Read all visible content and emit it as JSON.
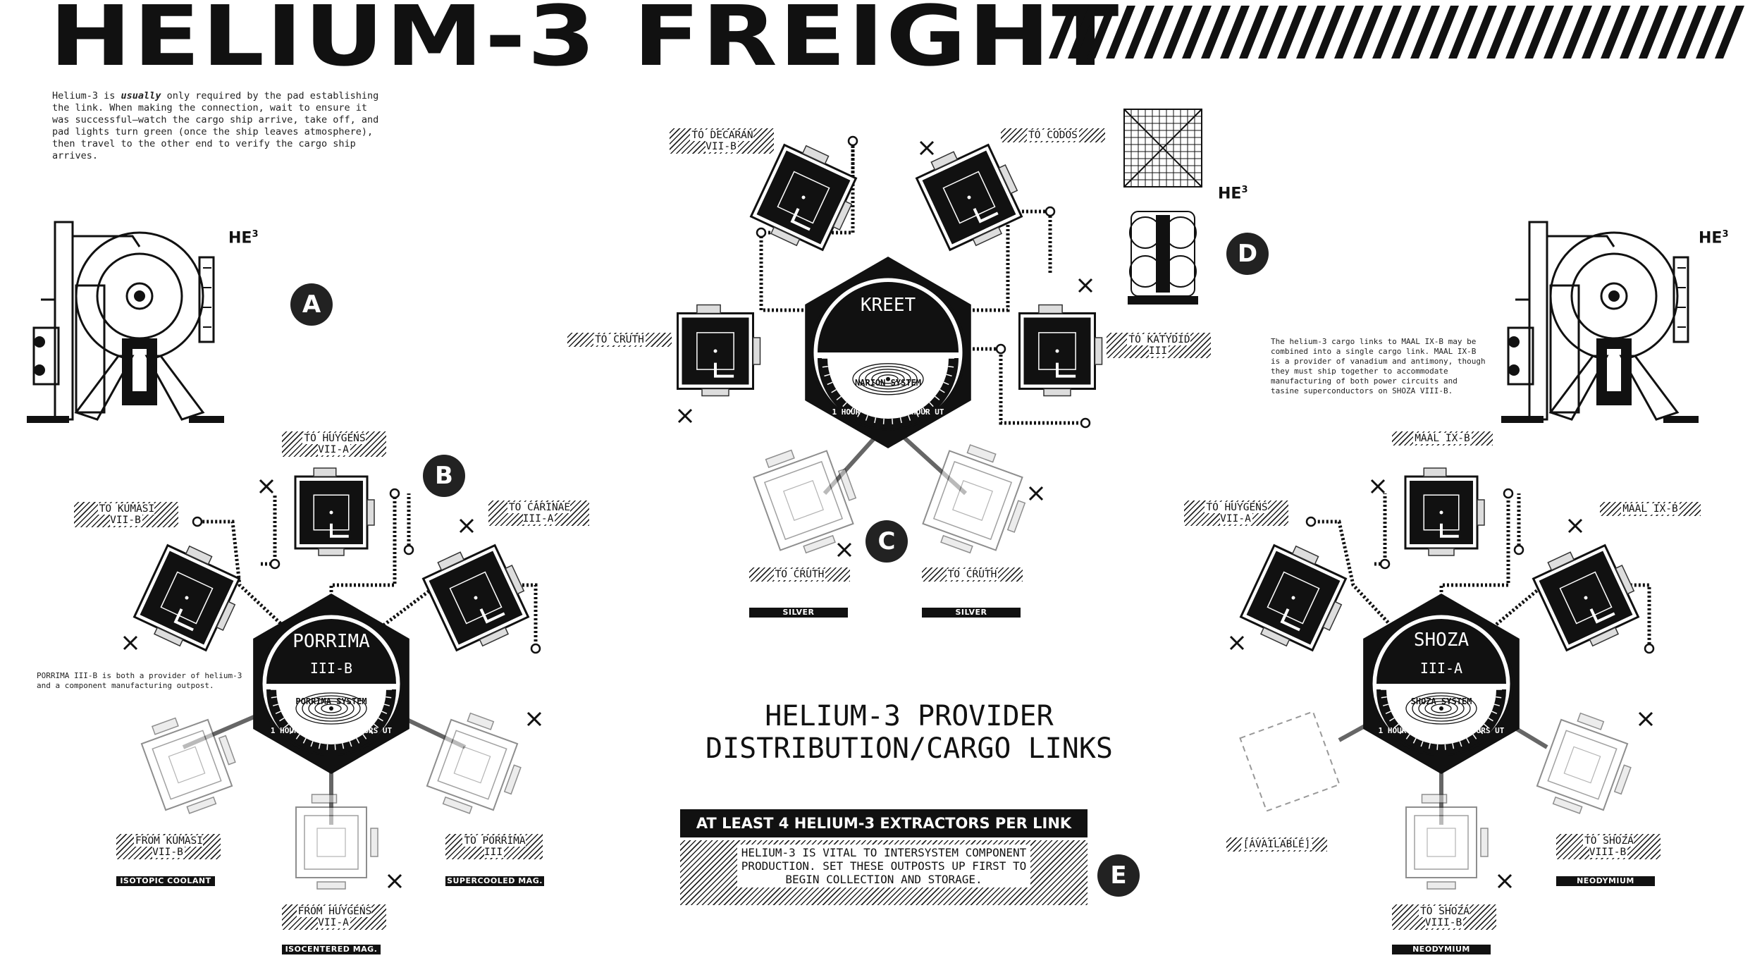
{
  "title": "HELIUM-3 FREIGHT",
  "intro_note": "Helium-3 is usually only required by the pad establishing the link. When making the connection, wait to ensure it was successful—watch the cargo ship arrive, take off, and pad lights turn green (once the ship leaves atmosphere), then travel to the other end to verify the cargo ship arrives.",
  "intro_emphasis": "usually",
  "he3_label": "HE",
  "he3_super": "3",
  "markers": {
    "a": "A",
    "b": "B",
    "c": "C",
    "d": "D",
    "e": "E"
  },
  "porrima": {
    "name": "PORRIMA",
    "sub": "III-B",
    "system": "PORRIMA SYSTEM",
    "time": "1 HOUR LOCAL = 56 HOURS UT",
    "note": "PORRIMA III-B is both a provider of helium-3 and a component manufacturing outpost.",
    "labels": {
      "huygens": "TO HUYGENS\nVII-A",
      "kumasi": "TO KUMASI\nVII-B",
      "carinae": "TO CARINAE\nIII-A",
      "from_kumasi": "FROM KUMASI\nVII-B",
      "from_huygens": "FROM HUYGENS\nVII-A",
      "to_porrima": "TO PORRIMA\nIII"
    },
    "bars": {
      "coolant": "ISOTOPIC COOLANT",
      "isocentered": "ISOCENTERED MAG.",
      "supercooled": "SUPERCOOLED MAG."
    }
  },
  "kreet": {
    "name": "KREET",
    "system": "NARION SYSTEM",
    "time": "1 HOUR LOCAL = 1 HOUR UT",
    "labels": {
      "decaran": "TO DECARAN\nVII-B",
      "codos": "TO CODOS",
      "cruth_left": "TO CRUTH",
      "katydid": "TO KATYDID\nIII",
      "cruth_a": "TO CRUTH",
      "cruth_b": "TO CRUTH"
    },
    "bars": {
      "silver_a": "SILVER",
      "silver_b": "SILVER"
    }
  },
  "shoza": {
    "name": "SHOZA",
    "sub": "III-A",
    "system": "SHOZA SYSTEM",
    "time": "1 HOUR LOCAL = 8.6 HOURS UT",
    "note": "The helium-3 cargo links to MAAL IX-B may be combined into a single cargo link. MAAL IX-B is a provider of vanadium and antimony, though they must ship together to accommodate manufacturing of both power circuits and tasine superconductors on SHOZA VIII-B.",
    "labels": {
      "maal_top": "MAAL IX-B",
      "huygens": "TO HUYGENS\nVII-A",
      "maal_right": "MAAL IX-B",
      "available": "[AVAILABLE]",
      "to_shoza_bottom": "TO SHOZA\nVIII-B",
      "to_shoza_right": "TO SHOZA\nVIII-B"
    },
    "bars": {
      "neo_a": "NEODYMIUM",
      "neo_b": "NEODYMIUM"
    }
  },
  "center_heading": "HELIUM-3 PROVIDER\nDISTRIBUTION/CARGO LINKS",
  "banner": {
    "title": "AT LEAST 4 HELIUM-3 EXTRACTORS PER LINK",
    "body": "HELIUM-3 IS VITAL TO INTERSYSTEM COMPONENT\nPRODUCTION. SET THESE OUTPOSTS UP FIRST TO\nBEGIN COLLECTION AND STORAGE."
  }
}
